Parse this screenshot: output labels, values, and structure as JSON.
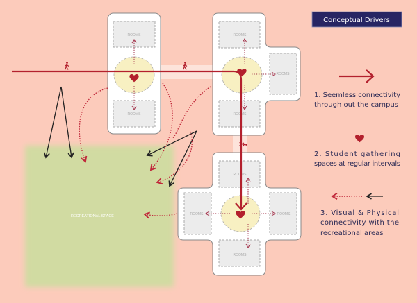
{
  "legend": {
    "title": "Conceptual Drivers",
    "items": [
      {
        "icon": "red-arrow-icon",
        "lines": [
          "1.  Seemless connectivity",
          "through out the campus"
        ]
      },
      {
        "icon": "heart-icon",
        "lines": [
          "2.  Student  gathering",
          "spaces at regular intervals"
        ]
      },
      {
        "icon": "dotted-and-black-arrow-icon",
        "lines": [
          "3. Visual & Physical",
          "connectivity with the",
          "recreational areas"
        ]
      }
    ]
  },
  "labels": {
    "room": "ROOMS",
    "recreational": "RECREATIONAL SPACE"
  },
  "colors": {
    "background": "#fccbbb",
    "accent": "#b3202d",
    "title_bg": "#272563",
    "green": "#d1dba2",
    "hub": "#f8f0c2"
  }
}
